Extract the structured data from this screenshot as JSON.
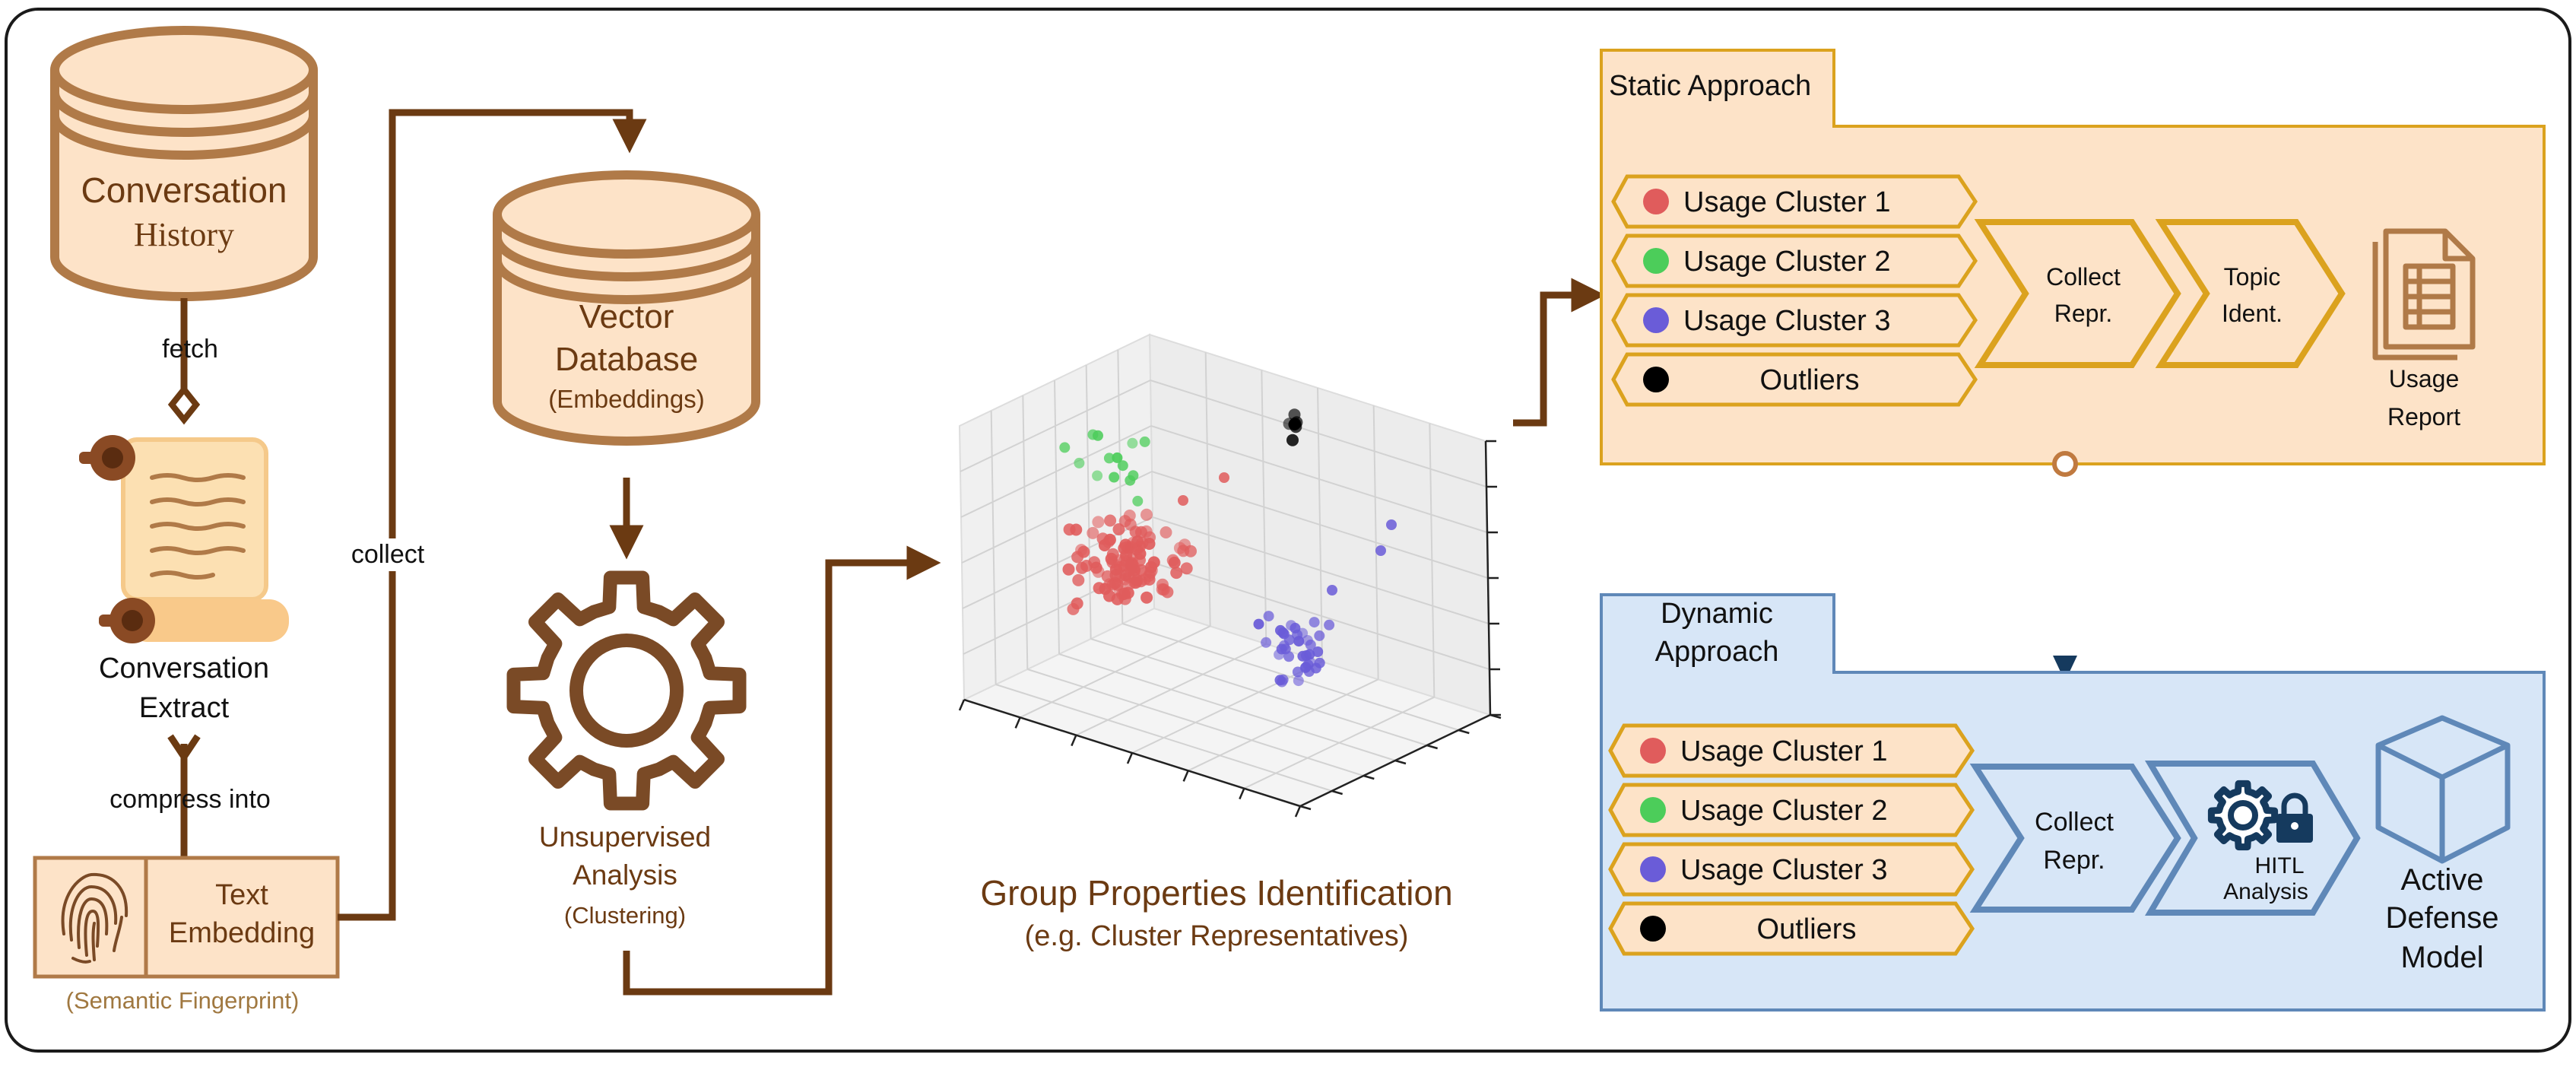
{
  "left_pipeline": {
    "conversation_history": {
      "line1": "Conversation",
      "line2": "History"
    },
    "fetch_label": "fetch",
    "conversation_extract": {
      "line1": "Conversation",
      "line2": "Extract"
    },
    "compress_label": "compress into",
    "text_embedding": {
      "line1": "Text",
      "line2": "Embedding"
    },
    "semantic_fingerprint": "(Semantic Fingerprint)",
    "collect_label": "collect",
    "vector_database": {
      "line1": "Vector",
      "line2": "Database",
      "line3": "(Embeddings)"
    },
    "unsupervised_analysis": {
      "line1": "Unsupervised",
      "line2": "Analysis",
      "line3": "(Clustering)"
    }
  },
  "group_properties": {
    "title": "Group Properties Identification",
    "subtitle": "(e.g. Cluster Representatives)"
  },
  "static_approach": {
    "tab_label": "Static Approach",
    "clusters": [
      {
        "label": "Usage Cluster 1",
        "color": "#e05c5c"
      },
      {
        "label": "Usage Cluster 2",
        "color": "#4ccd5a"
      },
      {
        "label": "Usage Cluster 3",
        "color": "#6a5cd8"
      },
      {
        "label": "Outliers",
        "color": "#000000"
      }
    ],
    "collect_repr": {
      "line1": "Collect",
      "line2": "Repr."
    },
    "topic_ident": {
      "line1": "Topic",
      "line2": "Ident."
    },
    "usage_report": {
      "line1": "Usage",
      "line2": "Report"
    }
  },
  "dynamic_approach": {
    "tab_label": {
      "line1": "Dynamic",
      "line2": "Approach"
    },
    "clusters": [
      {
        "label": "Usage Cluster 1",
        "color": "#e05c5c"
      },
      {
        "label": "Usage Cluster 2",
        "color": "#4ccd5a"
      },
      {
        "label": "Usage Cluster 3",
        "color": "#6a5cd8"
      },
      {
        "label": "Outliers",
        "color": "#000000"
      }
    ],
    "collect_repr": {
      "line1": "Collect",
      "line2": "Repr."
    },
    "hitl_analysis": {
      "line1": "HITL",
      "line2": "Analysis"
    },
    "active_defense": {
      "line1": "Active",
      "line2": "Defense",
      "line3": "Model"
    }
  },
  "colors": {
    "brown_stroke": "#b07a48",
    "brown_fill": "#fde3c8",
    "arrow_brown": "#6b3a12",
    "gold": "#dba21e",
    "static_bg": "#fde3c8",
    "dynamic_stroke": "#5f88b8",
    "dynamic_bg": "#d7e6f7",
    "navy": "#153a5e"
  },
  "scatter": {
    "red_count": 110,
    "green_count": 14,
    "blue_count": 38,
    "black_count": 7
  }
}
